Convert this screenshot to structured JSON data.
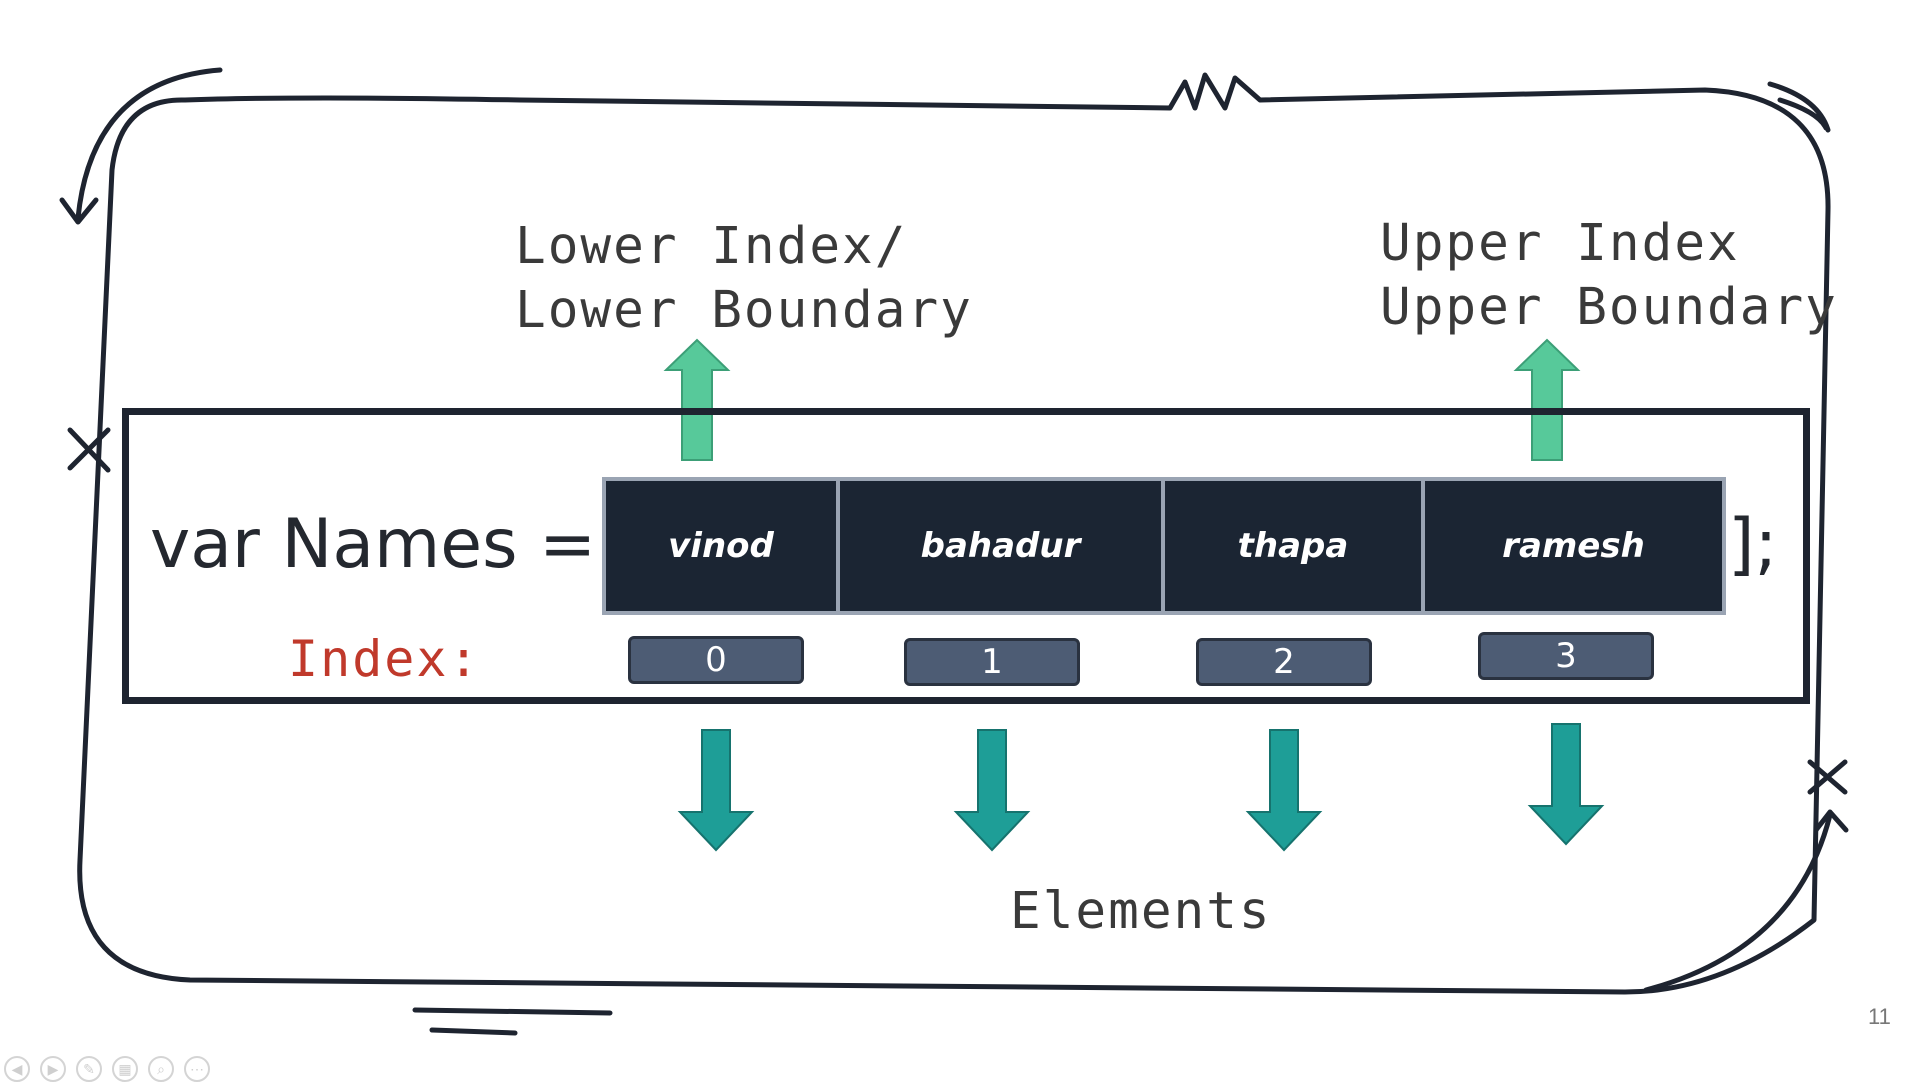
{
  "labels": {
    "lower_line1": "Lower Index/",
    "lower_line2": "Lower Boundary",
    "upper_line1": "Upper Index",
    "upper_line2": "Upper Boundary",
    "elements": "Elements",
    "index": "Index:"
  },
  "code": {
    "prefix": "var Names = [",
    "suffix": "];"
  },
  "array": {
    "elements": [
      "vinod",
      "bahadur",
      "thapa",
      "ramesh"
    ],
    "indices": [
      "0",
      "1",
      "2",
      "3"
    ]
  },
  "slide_number": "11",
  "colors": {
    "ink": "#1e2430",
    "cell_fill": "#1b2533",
    "index_fill": "#4d5c74",
    "index_label": "#c0392b",
    "up_arrow": "#57c99a",
    "down_arrow": "#1e9e97"
  },
  "toolbar": {
    "icons": [
      "previous-icon",
      "next-icon",
      "pen-icon",
      "slides-icon",
      "zoom-icon",
      "more-icon"
    ]
  }
}
